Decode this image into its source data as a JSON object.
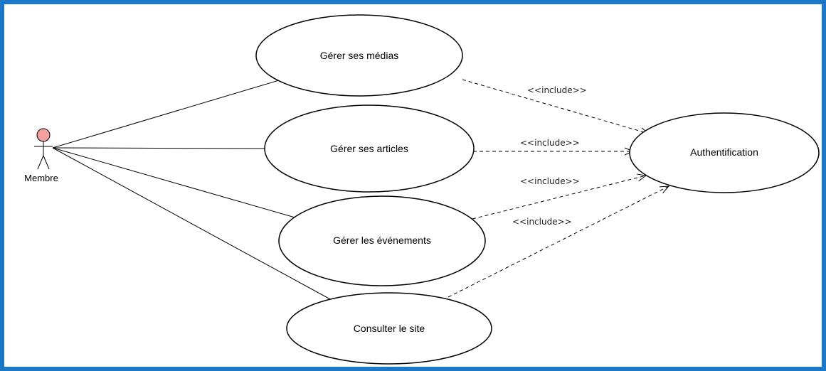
{
  "actor": {
    "name": "Membre"
  },
  "use_cases": {
    "medias": "Gérer ses médias",
    "articles": "Gérer ses articles",
    "evenements": "Gérer les événements",
    "consulter": "Consulter le site",
    "auth": "Authentification"
  },
  "relations": {
    "include_label": "<<include>>"
  },
  "colors": {
    "frame_border": "#1e78c8",
    "actor_head": "#f2a0a0",
    "line": "#000000"
  }
}
